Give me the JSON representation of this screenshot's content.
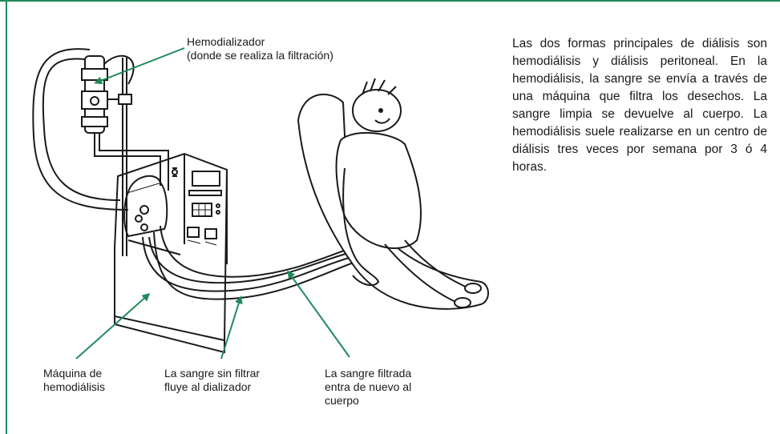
{
  "labels": {
    "dialyzer": "Hemodializador\n(donde se realiza la filtración)",
    "machine": "Máquina de\nhemodiálisis",
    "unfiltered": "La sangre sin filtrar\nfluye al dializador",
    "filtered": "La sangre filtrada\nentra de nuevo al\ncuerpo"
  },
  "description": "Las dos formas principales de diálisis son hemodiálisis y diálisis peritoneal. En la hemodiálisis, la sangre se envía a través de una máquina que filtra los desechos. La sangre limpia se devuelve al cuerpo. La hemodiálisis suele realizarse en un centro de diálisis tres veces por semana por 3 ó 4 horas.",
  "colors": {
    "frame": "#1f8a5b",
    "arrow": "#1f8a5b",
    "ink": "#1a1a1a"
  }
}
